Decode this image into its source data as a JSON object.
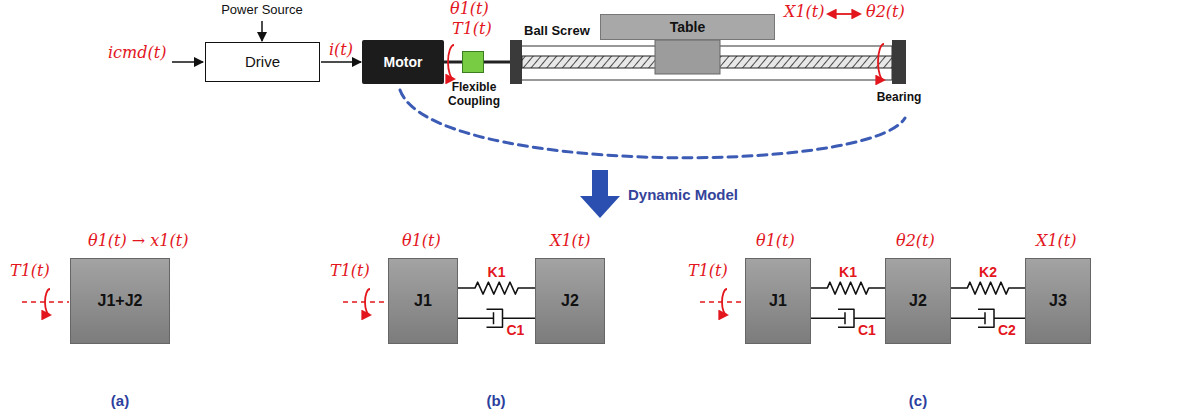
{
  "diagram": {
    "nodes": [
      {
        "text": [
          "Drive"
        ]
      },
      {
        "text": [
          "Motor"
        ]
      },
      {
        "text": [
          "Flexible Coupling"
        ]
      },
      {
        "text": [
          "Table"
        ]
      },
      {
        "text": [
          "Bearing"
        ]
      },
      {
        "text": [
          "J1+J2"
        ]
      },
      {
        "text": [
          "J1"
        ]
      },
      {
        "text": [
          "J2"
        ]
      },
      {
        "text": [
          "J1"
        ]
      },
      {
        "text": [
          "J2"
        ]
      },
      {
        "text": [
          "J3"
        ]
      }
    ],
    "edges": [
      {
        "from": 0,
        "to": 1,
        "arrow": "to",
        "label": "i(t)"
      },
      {
        "from": 6,
        "to": 7,
        "arrow": "none",
        "label": "K1"
      },
      {
        "from": 6,
        "to": 7,
        "arrow": "none",
        "label": "C1"
      },
      {
        "from": 8,
        "to": 9,
        "arrow": "none",
        "label": "K1"
      },
      {
        "from": 8,
        "to": 9,
        "arrow": "none",
        "label": "C1"
      },
      {
        "from": 9,
        "to": 10,
        "arrow": "none",
        "label": "K2"
      },
      {
        "from": 9,
        "to": 10,
        "arrow": "none",
        "label": "C2"
      }
    ],
    "labels": [
      "Power Source",
      "icmd(t)",
      "θ1(t)",
      "T1(t)",
      "Ball Screw",
      "X1(t)",
      "θ2(t)",
      "Dynamic Model",
      "T1(t)",
      "θ1(t) → x1(t)",
      "(a)",
      "T1(t)",
      "θ1(t)",
      "X1(t)",
      "(b)",
      "T1(t)",
      "θ1(t)",
      "θ2(t)",
      "X1(t)",
      "(c)"
    ]
  }
}
